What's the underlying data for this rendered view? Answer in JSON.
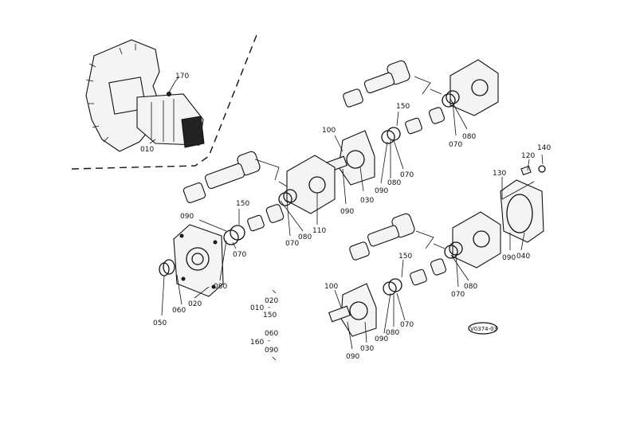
{
  "labels": {
    "p010_main": "010",
    "p170": "170",
    "p100_top": "100",
    "p150_top": "150",
    "p070_top": "070",
    "p080_top": "080",
    "p090_top_a": "090",
    "p030_top": "030",
    "p080_top_b": "080",
    "p090_top_b": "090",
    "p070_top_b": "070",
    "p150_left": "150",
    "p090_left": "090",
    "p110": "110",
    "p080_mid": "080",
    "p070_mid": "070",
    "p070_left": "070",
    "p080_left": "080",
    "p020": "020",
    "p060": "060",
    "p050": "050",
    "p130": "130",
    "p120": "120",
    "p140": "140",
    "p090_right": "090",
    "p040": "040",
    "p150_bot": "150",
    "p070_bot": "070",
    "p080_bot": "080",
    "p100_bot": "100",
    "p090_bot_a": "090",
    "p030_bot": "030",
    "p080_bot_b": "080",
    "p070_bot_b": "070",
    "p090_bot_b": "090",
    "legend_020": "020",
    "legend_010": "010",
    "legend_150": "150",
    "legend_060": "060",
    "legend_160": "160",
    "legend_090": "090",
    "figure_code": "V0374-03"
  }
}
